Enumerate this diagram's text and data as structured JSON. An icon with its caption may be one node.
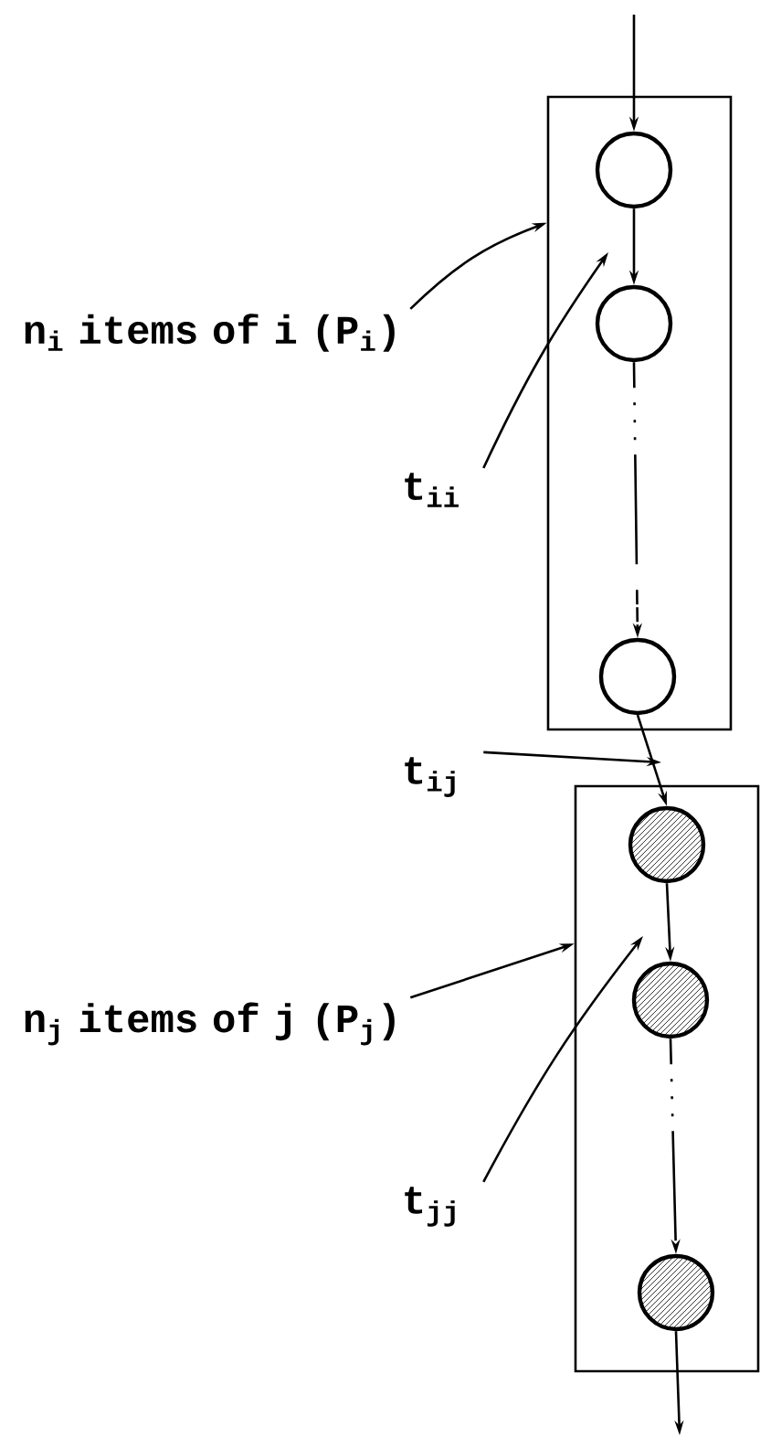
{
  "diagram": {
    "nodes": [
      {
        "text": [],
        "shape": "box"
      },
      {
        "text": [],
        "shape": "circle",
        "in": 0
      },
      {
        "text": [],
        "shape": "circle",
        "in": 0
      },
      {
        "text": [],
        "shape": "circle",
        "in": 0
      },
      {
        "text": [],
        "shape": "box"
      },
      {
        "text": [],
        "shape": "circle",
        "in": 4
      },
      {
        "text": [],
        "shape": "circle",
        "in": 4
      },
      {
        "text": [],
        "shape": "circle",
        "in": 4
      },
      {
        "text": [
          "n$_{i}$ items of i (P$_{i}$)"
        ]
      },
      {
        "text": [
          "t$_{ii}$"
        ]
      },
      {
        "text": [
          "t$_{ij}$"
        ]
      },
      {
        "text": [
          "n$_{j}$ items of j (P$_{j}$)"
        ]
      },
      {
        "text": [
          "t$_{jj}$"
        ]
      }
    ],
    "edges": [
      {
        "from": null,
        "to": 1,
        "arrow": "to"
      },
      {
        "from": 1,
        "to": 2,
        "arrow": "to"
      },
      {
        "from": 2,
        "to": 3,
        "arrow": "to",
        "style": "dashed"
      },
      {
        "from": 3,
        "to": 5,
        "arrow": "to"
      },
      {
        "from": 5,
        "to": 6,
        "arrow": "to"
      },
      {
        "from": 6,
        "to": 7,
        "arrow": "to",
        "style": "dashed"
      },
      {
        "from": 7,
        "to": null,
        "arrow": "to"
      },
      {
        "from": 8,
        "to": 0,
        "arrow": "to"
      },
      {
        "from": 9,
        "to": null,
        "arrow": "to"
      },
      {
        "from": 10,
        "to": null,
        "arrow": "to"
      },
      {
        "from": 11,
        "to": 4,
        "arrow": "to"
      },
      {
        "from": 12,
        "to": null,
        "arrow": "to"
      }
    ]
  }
}
